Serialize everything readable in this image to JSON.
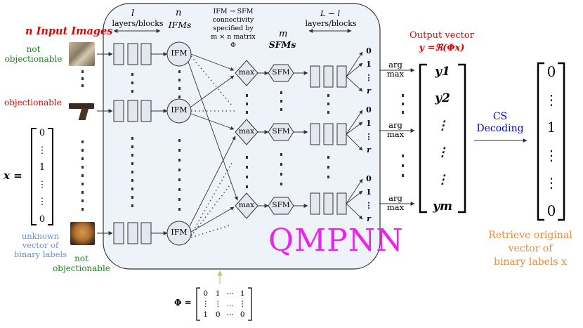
{
  "title": "QMPNN",
  "inputs": {
    "heading": "n Input Images",
    "not_obj_label": "not\nobjectionable",
    "obj_label": "objectionable",
    "not_obj_bottom_label": "not\nobjectionable"
  },
  "x_vector": {
    "symbol": "x =",
    "entries": [
      "0",
      "⋮",
      "1",
      "⋮",
      "⋮",
      "0"
    ],
    "caption": "unknown\nvector of\nbinary labels"
  },
  "network": {
    "l_label": "l",
    "l_sub": "layers/blocks",
    "n_label": "n",
    "ifm_label": "IFMs",
    "ifm_node": "IFM",
    "connectivity": "IFM → SFM\nconnectivity\nspecified by\nm × n matrix\nΦ",
    "m_label": "m",
    "sfm_label": "SFMs",
    "max_node": "max",
    "sfm_node": "SFM",
    "Ll_label": "L − l",
    "Ll_sub": "layers/blocks",
    "outputs": [
      "0",
      "1",
      "⋮",
      "r"
    ],
    "argmax": "arg\nmax"
  },
  "output_vector": {
    "title_line1": "Output vector",
    "title_line2": "y =ℜ(Φx)",
    "entries": [
      "y1",
      "y2",
      "⋮",
      "⋮",
      "⋮",
      "ym"
    ]
  },
  "decoding": {
    "label_line1": "CS",
    "label_line2": "Decoding"
  },
  "result_vector": {
    "entries": [
      "0",
      "⋮",
      "1",
      "⋮",
      "⋮",
      "0"
    ],
    "caption": "Retrieve original\nvector of\nbinary labels x"
  },
  "phi_matrix": {
    "symbol": "Φ =",
    "rows": [
      [
        "0",
        "1",
        "⋯",
        "1"
      ],
      [
        "⋮",
        "⋮",
        "…",
        "⋮"
      ],
      [
        "1",
        "0",
        "⋯",
        "0"
      ]
    ]
  },
  "colors": {
    "panel_fill": "#eef3fa",
    "node_fill": "#e3e7ef",
    "red": "#e00000",
    "green": "#1a8a1a",
    "title_magenta": "#ee22ee",
    "navy": "#0000cc",
    "orange": "#ee8a3c",
    "arrow_olive": "#b4c86e"
  }
}
